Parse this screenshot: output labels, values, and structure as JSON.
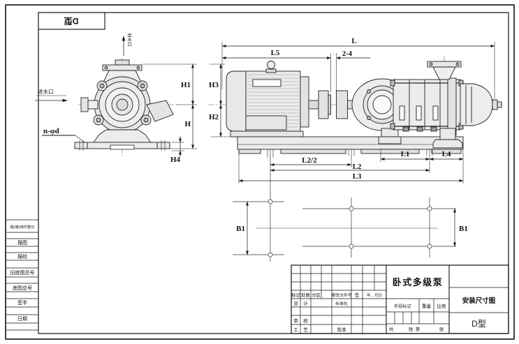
{
  "colors": {
    "line": "#1a1a1a",
    "fill_light": "#ececec",
    "fill_mid": "#dddddd"
  },
  "type_box": {
    "label": "D型"
  },
  "front_view": {
    "outlet_label": "出水口",
    "inlet_label": "进水口",
    "bolt_note": "n-φd"
  },
  "dims": {
    "L": "L",
    "L5": "L5",
    "gap": "2-4",
    "H1": "H1",
    "H2": "H2",
    "H3": "H3",
    "H": "H",
    "H4": "H4",
    "L1": "L1",
    "L2": "L2",
    "L2_half": "L2/2",
    "L3": "L3",
    "L4": "L4",
    "B1_left": "B1",
    "B1_right": "B1"
  },
  "margin_strip": {
    "rows": [
      "借(通)用件登记",
      "描图",
      "描校",
      "旧底图总号",
      "底图总号",
      "签字",
      "日期"
    ]
  },
  "title_block": {
    "product_name": "卧式多级泵",
    "sheet_title": "安装尺寸图",
    "model": "D型",
    "revision_header": [
      "标记",
      "处数",
      "分区",
      "更改文件号",
      "签",
      "年、月日"
    ],
    "design_row": {
      "c1": "设",
      "c2": "计",
      "std": "标准化"
    },
    "audit_row": {
      "c1": "审",
      "c2": "核"
    },
    "process_row": {
      "c1": "工",
      "c2": "艺",
      "approve": "批准"
    },
    "stage_row": [
      "阶段标记",
      "重量",
      "比例"
    ],
    "sheet_row": [
      "共",
      "张",
      "第",
      "张"
    ]
  }
}
